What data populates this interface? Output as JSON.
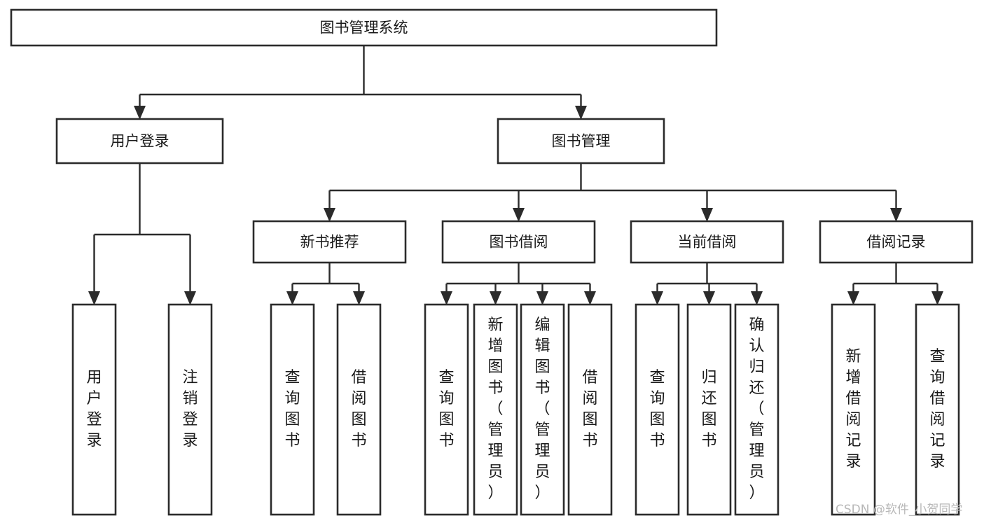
{
  "diagram": {
    "title": "图书管理系统",
    "type": "hierarchy-tree",
    "root": {
      "id": "root",
      "label": "图书管理系统",
      "orientation": "horizontal"
    },
    "level2": [
      {
        "id": "user-login",
        "label": "用户登录",
        "orientation": "horizontal"
      },
      {
        "id": "book-manage",
        "label": "图书管理",
        "orientation": "horizontal"
      }
    ],
    "level3": [
      {
        "id": "new-book-rec",
        "label": "新书推荐",
        "orientation": "horizontal",
        "parent": "book-manage"
      },
      {
        "id": "book-borrow",
        "label": "图书借阅",
        "orientation": "horizontal",
        "parent": "book-manage"
      },
      {
        "id": "current-borrow",
        "label": "当前借阅",
        "orientation": "horizontal",
        "parent": "book-manage"
      },
      {
        "id": "borrow-record",
        "label": "借阅记录",
        "orientation": "horizontal",
        "parent": "book-manage"
      }
    ],
    "leaves": [
      {
        "id": "leaf-user-login",
        "label": "用户登录",
        "orientation": "vertical",
        "parent": "user-login"
      },
      {
        "id": "leaf-logout-login",
        "label": "注销登录",
        "orientation": "vertical",
        "parent": "user-login"
      },
      {
        "id": "leaf-query-book-1",
        "label": "查询图书",
        "orientation": "vertical",
        "parent": "new-book-rec"
      },
      {
        "id": "leaf-borrow-book-1",
        "label": "借阅图书",
        "orientation": "vertical",
        "parent": "new-book-rec"
      },
      {
        "id": "leaf-query-book-2",
        "label": "查询图书",
        "orientation": "vertical",
        "parent": "book-borrow"
      },
      {
        "id": "leaf-add-book-admin",
        "label": "新增图书（管理员）",
        "orientation": "vertical",
        "parent": "book-borrow"
      },
      {
        "id": "leaf-edit-book-admin",
        "label": "编辑图书（管理员）",
        "orientation": "vertical",
        "parent": "book-borrow"
      },
      {
        "id": "leaf-borrow-book-2",
        "label": "借阅图书",
        "orientation": "vertical",
        "parent": "book-borrow"
      },
      {
        "id": "leaf-query-book-3",
        "label": "查询图书",
        "orientation": "vertical",
        "parent": "current-borrow"
      },
      {
        "id": "leaf-return-book",
        "label": "归还图书",
        "orientation": "vertical",
        "parent": "current-borrow"
      },
      {
        "id": "leaf-confirm-return-admin",
        "label": "确认归还（管理员）",
        "orientation": "vertical",
        "parent": "current-borrow"
      },
      {
        "id": "leaf-add-borrow-record",
        "label": "新增借阅记录",
        "orientation": "vertical",
        "parent": "borrow-record"
      },
      {
        "id": "leaf-query-borrow-record",
        "label": "查询借阅记录",
        "orientation": "vertical",
        "parent": "borrow-record"
      }
    ],
    "colors": {
      "stroke": "#2b2b2b",
      "fill": "#ffffff",
      "text": "#1a1a1a",
      "watermark": "#b8b8b8",
      "background": "#ffffff"
    }
  },
  "watermark": {
    "label": "CSDN @软件_小贺同学"
  }
}
